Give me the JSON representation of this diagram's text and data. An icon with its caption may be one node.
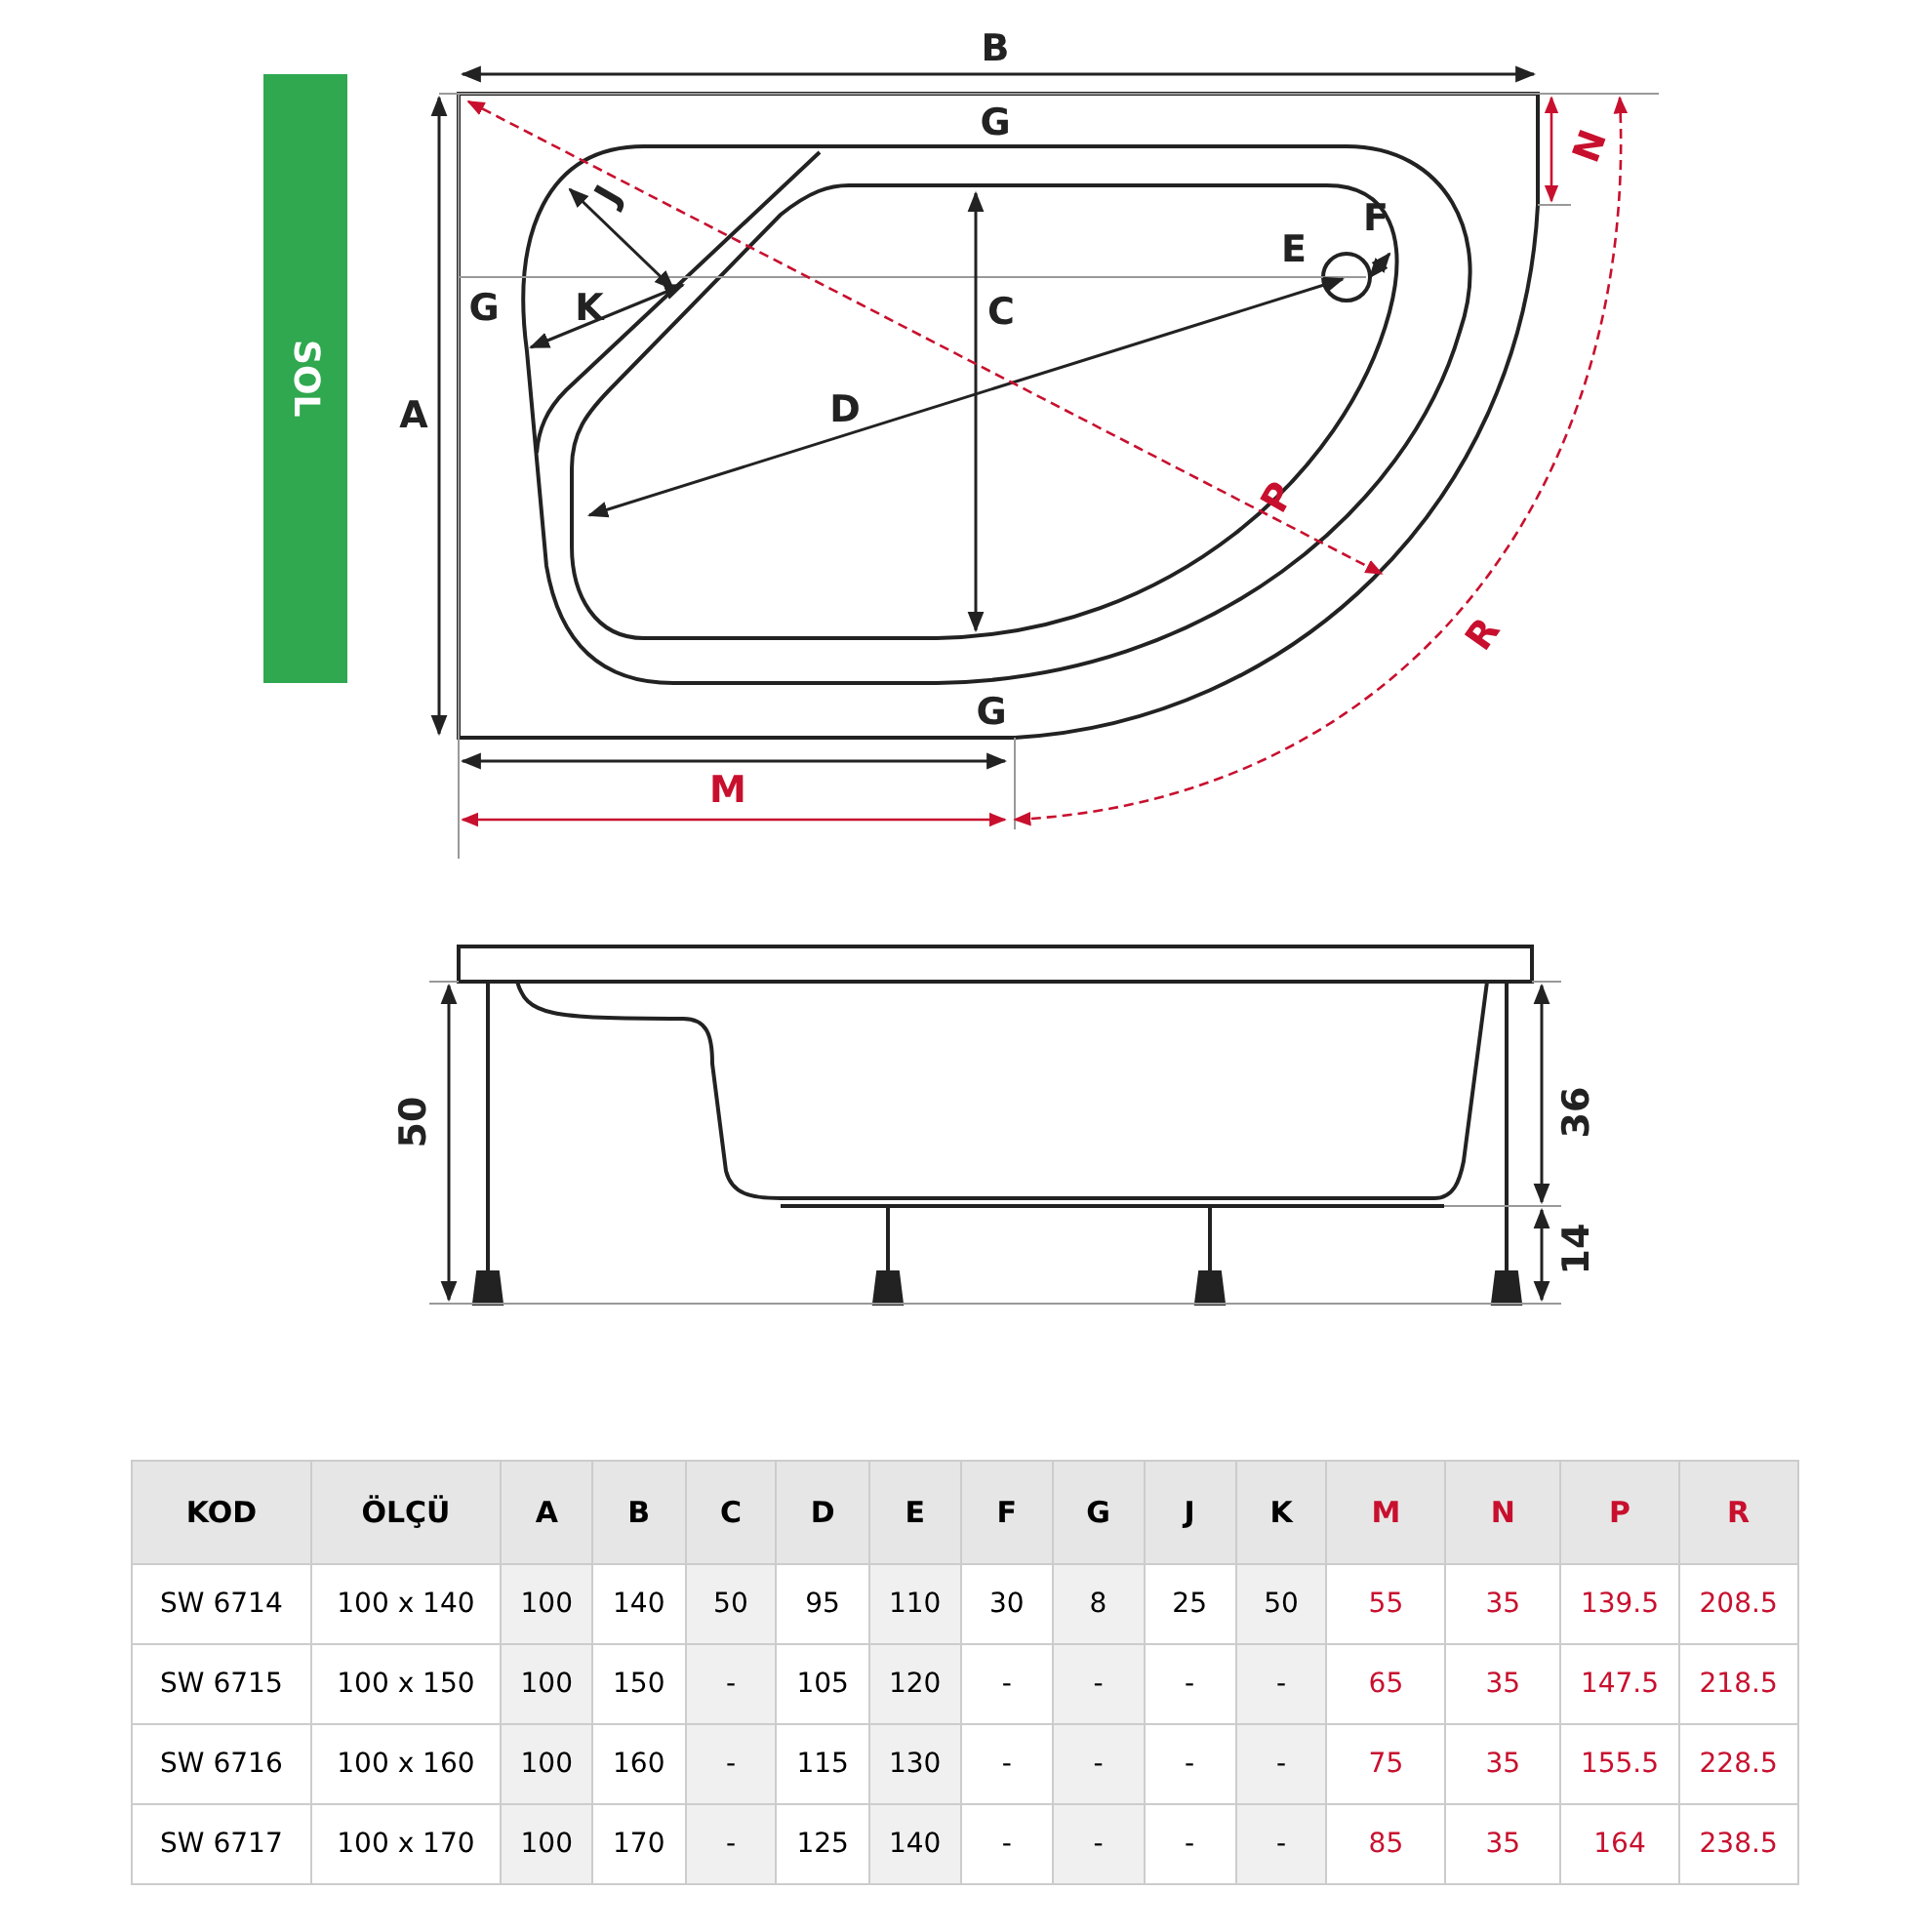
{
  "diagram": {
    "nodes": [
      {
        "text": [
          "SOL"
        ]
      }
    ],
    "labels": [
      "B",
      "G",
      "N",
      "J",
      "F",
      "E",
      "G",
      "K",
      "C",
      "A",
      "D",
      "P",
      "R",
      "G",
      "M",
      "50",
      "36",
      "14",
      "KOD",
      "ÖLÇÜ",
      "A",
      "B",
      "C",
      "D",
      "E",
      "F",
      "G",
      "J",
      "K",
      "M",
      "N",
      "P",
      "R",
      "SW 6714",
      "100 x 140",
      "100",
      "140",
      "50",
      "95",
      "110",
      "30",
      "8",
      "25",
      "50",
      "55",
      "35",
      "139.5",
      "208.5",
      "SW 6715",
      "100 x 150",
      "100",
      "150",
      "-",
      "105",
      "120",
      "-",
      "-",
      "-",
      "-",
      "65",
      "35",
      "147.5",
      "218.5",
      "SW 6716",
      "100 x 160",
      "100",
      "160",
      "-",
      "115",
      "130",
      "-",
      "-",
      "-",
      "-",
      "75",
      "35",
      "155.5",
      "228.5",
      "SW 6717",
      "100 x 170",
      "100",
      "170",
      "-",
      "125",
      "140",
      "-",
      "-",
      "-",
      "-",
      "85",
      "35",
      "164",
      "238.5"
    ]
  }
}
